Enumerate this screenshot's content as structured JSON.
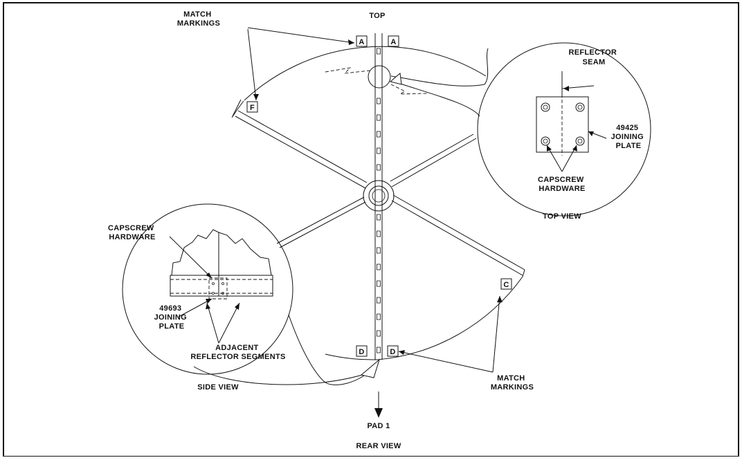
{
  "labels": {
    "top": "TOP",
    "match_markings_top": [
      "MATCH",
      "MARKINGS"
    ],
    "reflector_seam": [
      "REFLECTOR",
      "SEAM"
    ],
    "joining_plate_49425": [
      "49425",
      "JOINING",
      "PLATE"
    ],
    "capscrew_hardware_right": [
      "CAPSCREW",
      "HARDWARE"
    ],
    "top_view": "TOP VIEW",
    "capscrew_hardware_left": [
      "CAPSCREW",
      "HARDWARE"
    ],
    "joining_plate_49693": [
      "49693",
      "JOINING",
      "PLATE"
    ],
    "adjacent_segments": [
      "ADJACENT",
      "REFLECTOR SEGMENTS"
    ],
    "side_view": "SIDE VIEW",
    "match_markings_bottom": [
      "MATCH",
      "MARKINGS"
    ],
    "pad": "PAD 1",
    "rear_view": "REAR VIEW"
  },
  "markers": {
    "a_left": "A",
    "a_right": "A",
    "f": "F",
    "c": "C",
    "d_left": "D",
    "d_right": "D"
  }
}
